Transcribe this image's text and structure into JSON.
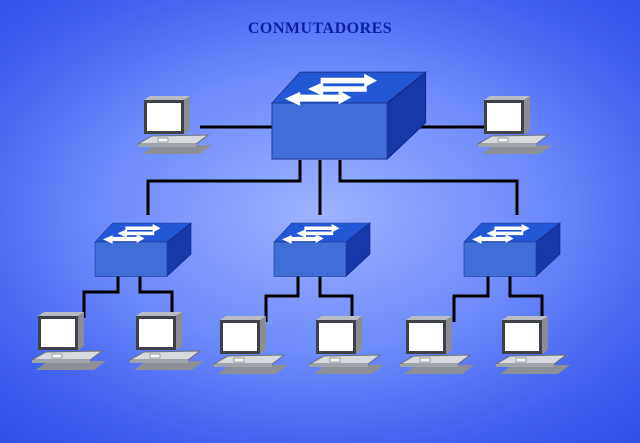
{
  "diagram": {
    "title": "CONMUTADORES",
    "colors": {
      "background": "#5a78f5",
      "switch_front": "#3f6fd6",
      "switch_top": "#2257d6",
      "switch_side": "#1639a8",
      "arrow": "#ffffff",
      "cable": "#000000",
      "laptop_body": "#cfd4dc",
      "laptop_screen": "#ffffff"
    },
    "nodes": {
      "switches": [
        {
          "id": "core-switch",
          "role": "core",
          "icon": "switch-icon"
        },
        {
          "id": "switch-left",
          "role": "access",
          "icon": "switch-icon"
        },
        {
          "id": "switch-center",
          "role": "access",
          "icon": "switch-icon"
        },
        {
          "id": "switch-right",
          "role": "access",
          "icon": "switch-icon"
        }
      ],
      "laptops": [
        {
          "id": "laptop-top-left",
          "parent": "core-switch",
          "icon": "laptop-icon"
        },
        {
          "id": "laptop-top-right",
          "parent": "core-switch",
          "icon": "laptop-icon"
        },
        {
          "id": "laptop-1",
          "parent": "switch-left",
          "icon": "laptop-icon"
        },
        {
          "id": "laptop-2",
          "parent": "switch-left",
          "icon": "laptop-icon"
        },
        {
          "id": "laptop-3",
          "parent": "switch-center",
          "icon": "laptop-icon"
        },
        {
          "id": "laptop-4",
          "parent": "switch-center",
          "icon": "laptop-icon"
        },
        {
          "id": "laptop-5",
          "parent": "switch-right",
          "icon": "laptop-icon"
        },
        {
          "id": "laptop-6",
          "parent": "switch-right",
          "icon": "laptop-icon"
        }
      ]
    },
    "links": [
      [
        "core-switch",
        "laptop-top-left"
      ],
      [
        "core-switch",
        "laptop-top-right"
      ],
      [
        "core-switch",
        "switch-left"
      ],
      [
        "core-switch",
        "switch-center"
      ],
      [
        "core-switch",
        "switch-right"
      ],
      [
        "switch-left",
        "laptop-1"
      ],
      [
        "switch-left",
        "laptop-2"
      ],
      [
        "switch-center",
        "laptop-3"
      ],
      [
        "switch-center",
        "laptop-4"
      ],
      [
        "switch-right",
        "laptop-5"
      ],
      [
        "switch-right",
        "laptop-6"
      ]
    ]
  }
}
